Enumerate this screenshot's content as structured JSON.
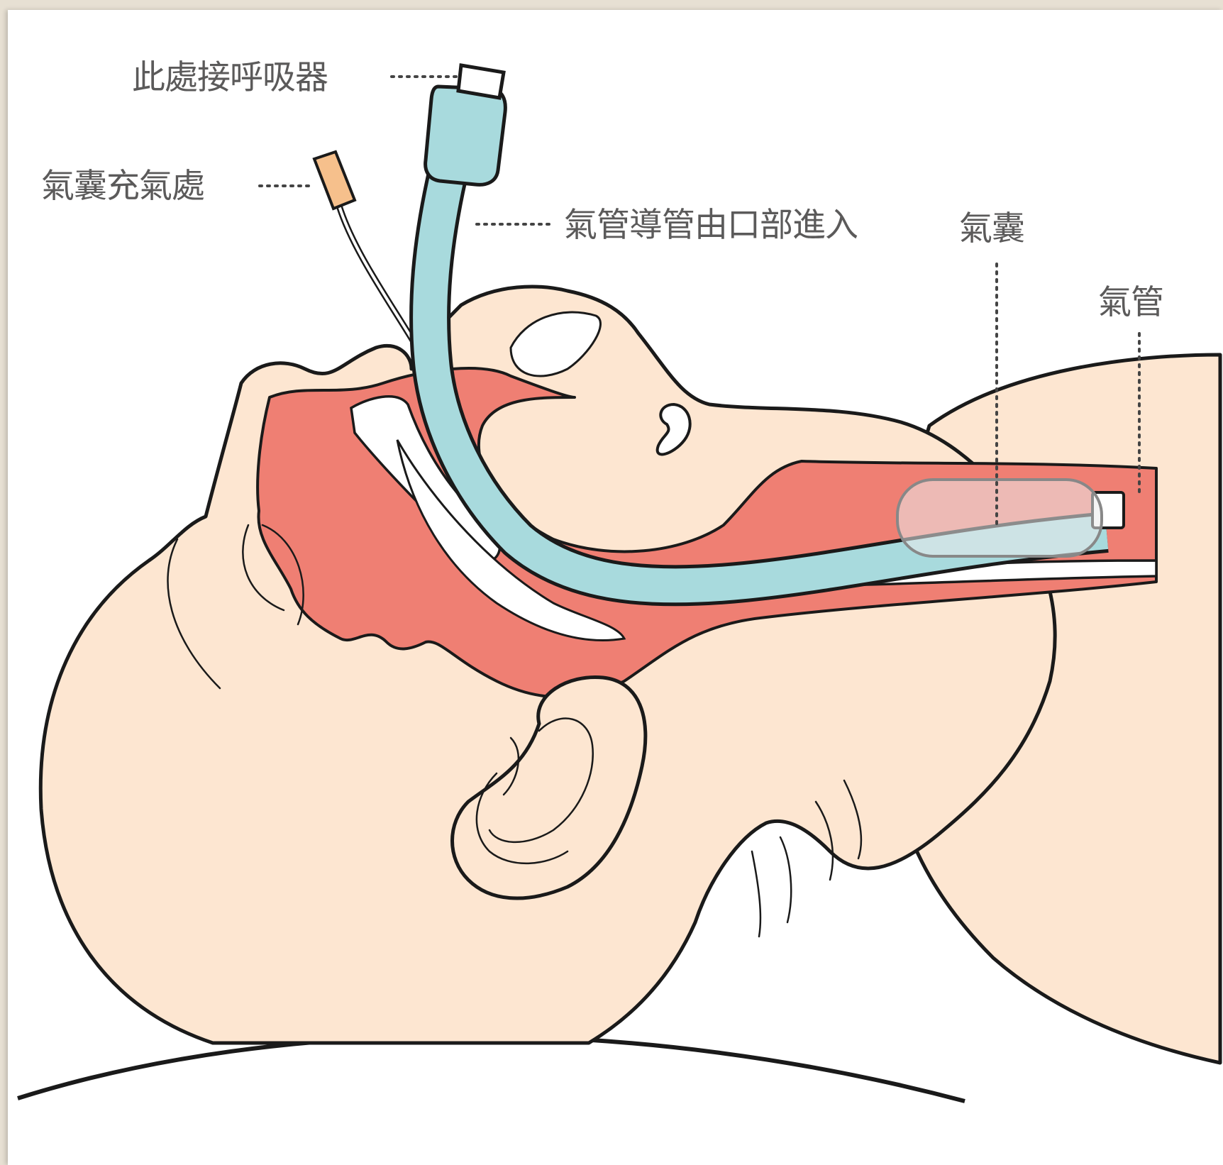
{
  "labels": {
    "ventilator": "此處接呼吸器",
    "cuff_inflation": "氣囊充氣處",
    "tube_entry": "氣管導管由口部進入",
    "cuff": "氣囊",
    "trachea": "氣管"
  },
  "colors": {
    "skin": "#fde6d1",
    "airway_red": "#ef7f73",
    "tube_blue": "#a8dadd",
    "pilot_orange": "#f6c08c",
    "outline": "#1a1a1a",
    "label_gray": "#5b5a5a"
  }
}
